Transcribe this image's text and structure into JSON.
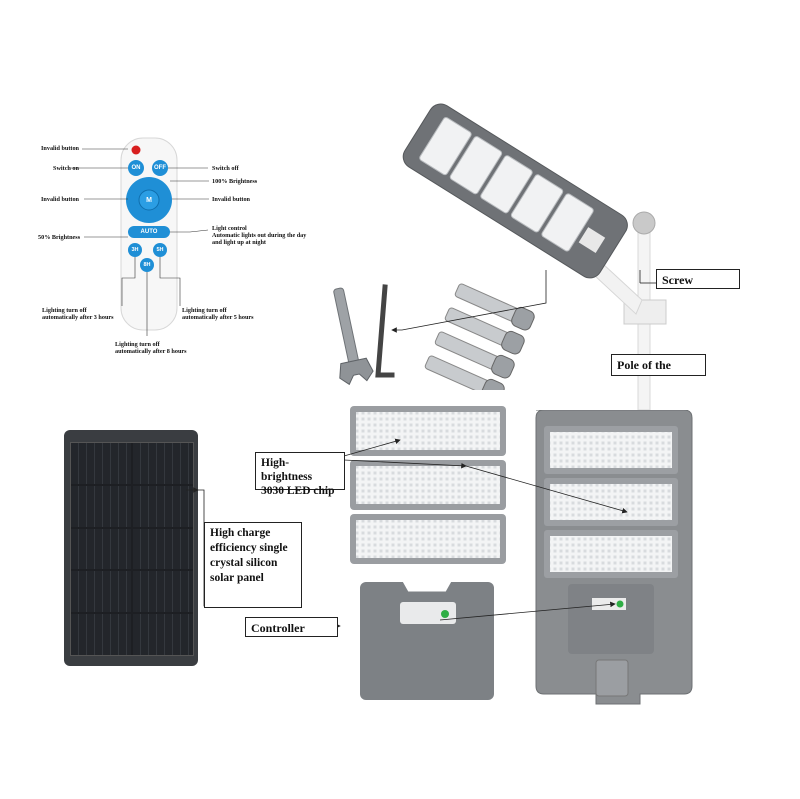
{
  "remote": {
    "buttons": {
      "on": "ON",
      "off": "OFF",
      "m": "M",
      "auto": "AUTO",
      "h3": "3H",
      "h5": "5H",
      "h8": "8H"
    },
    "labels": {
      "invalid_top": "Invalid button",
      "switch_on": "Switch on",
      "switch_off": "Switch off",
      "brightness_100": "100% Brightness",
      "invalid_left": "Invalid button",
      "invalid_right": "Invalid button",
      "brightness_50": "50% Brightness",
      "light_control": "Light control\nAutomatic lights out during the day\nand light up at night",
      "turnoff_3h": "Lighting turn off\nautomatically after 3 hours",
      "turnoff_5h": "Lighting turn off\nautomatically after 5 hours",
      "turnoff_8h": "Lighting turn off\nautomatically after 8 hours"
    }
  },
  "callouts": {
    "screw": "Screw",
    "pole": "Pole of the",
    "led_chip": "High-brightness\n3030 LED chip",
    "solar_panel": "High charge\nefficiency single\ncrystal silicon\nsolar panel",
    "controller": "Controller"
  },
  "colors": {
    "remote_blue": "#1f8fd6",
    "remote_red": "#d81e1e",
    "housing_gray": "#8a8d90",
    "panel_dark": "#222428",
    "led_white": "#f1f2f3",
    "indicator_green": "#2fae45"
  }
}
